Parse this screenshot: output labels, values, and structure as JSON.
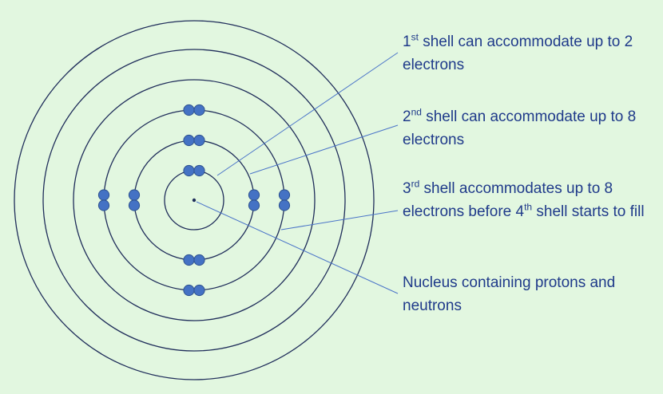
{
  "colors": {
    "background": "#e2f7e0",
    "shell_stroke": "#1f2d5a",
    "electron_fill": "#4472c4",
    "electron_stroke": "#2f528f",
    "leader_line": "#4a74c8",
    "label_text": "#1f3a8a"
  },
  "labels": {
    "shell1": {
      "ord": "1",
      "sup": "st",
      "rest": " shell can accommodate up to 2 electrons"
    },
    "shell2": {
      "ord": "2",
      "sup": "nd",
      "rest": " shell can accommodate up to 8 electrons"
    },
    "shell3": {
      "ord": "3",
      "sup": "rd",
      "mid": " shell accommodates up to 8 electrons before 4",
      "sup2": "th",
      "rest": " shell starts to fill"
    },
    "nucleus": "Nucleus containing protons and neutrons"
  }
}
